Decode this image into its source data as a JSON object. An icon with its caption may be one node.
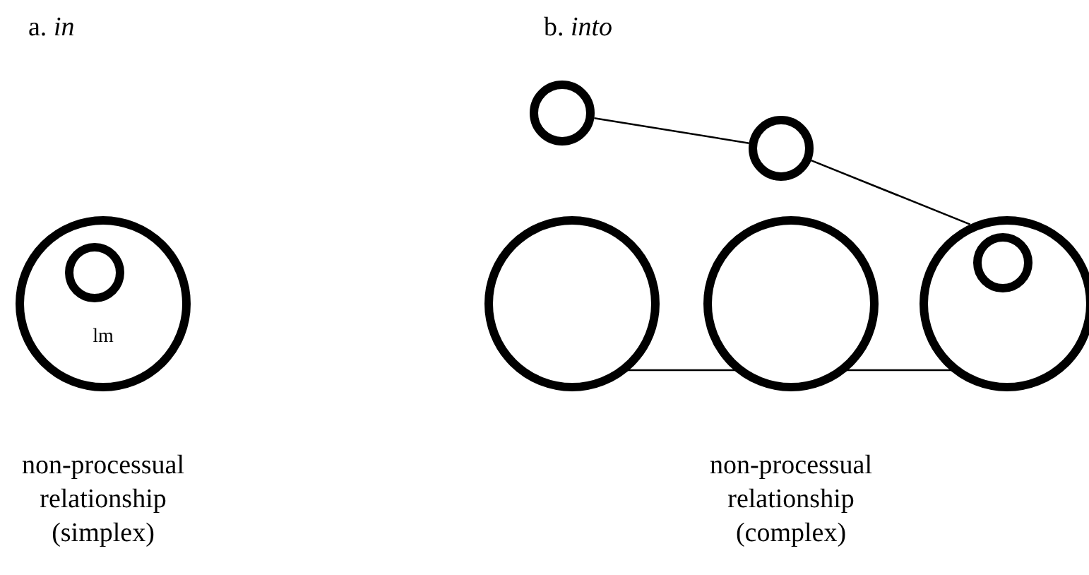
{
  "diagram": {
    "nodes": [
      {
        "text": [
          "lm"
        ]
      },
      {
        "text": [],
        "shape": "circle",
        "in": 0
      },
      {
        "text": [],
        "shape": "circle"
      },
      {
        "text": [],
        "shape": "circle"
      },
      {
        "text": [],
        "shape": "circle"
      },
      {
        "text": [],
        "shape": "circle"
      },
      {
        "text": [],
        "shape": "circle"
      },
      {
        "text": [],
        "shape": "circle",
        "in": 6
      }
    ],
    "edges": [
      {
        "from": 2,
        "to": 3,
        "arrow": "none"
      },
      {
        "from": 3,
        "to": 6,
        "arrow": "none"
      },
      {
        "from": 4,
        "to": 5,
        "arrow": "none"
      },
      {
        "from": 5,
        "to": 6,
        "arrow": "none"
      }
    ],
    "labels": [
      "a. *in*",
      "b. *into*",
      "non-processual relationship (simplex)",
      "non-processual relationship (complex)"
    ]
  }
}
